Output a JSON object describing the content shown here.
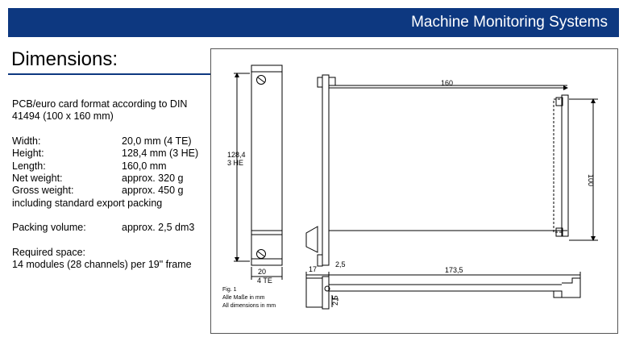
{
  "header": {
    "title": "Machine Monitoring Systems",
    "bar_color": "#0d3880"
  },
  "page": {
    "heading": "Dimensions:"
  },
  "specs": {
    "intro_line1": "PCB/euro card format according to DIN",
    "intro_line2": "41494 (100 x 160 mm)",
    "rows": [
      {
        "label": "Width:",
        "value": "20,0 mm (4 TE)"
      },
      {
        "label": "Height:",
        "value": "128,4 mm (3 HE)"
      },
      {
        "label": "Length:",
        "value": "160,0 mm"
      },
      {
        "label": "Net weight:",
        "value": "approx. 320 g"
      },
      {
        "label": "Gross weight:",
        "value": "approx. 450 g"
      }
    ],
    "export_note": "including standard export packing",
    "packing": {
      "label": "Packing volume:",
      "value": "approx. 2,5 dm3"
    },
    "space_label": "Required space:",
    "space_value": "14 modules (28 channels) per 19\" frame"
  },
  "figure": {
    "front_height_label": "128,4",
    "front_height_unit": "3 HE",
    "front_width_label": "20",
    "front_width_unit": "4 TE",
    "length_label": "160",
    "board_height_label": "100",
    "dim_17": "17",
    "dim_25a": "2,5",
    "dim_1735": "173,5",
    "dim_25b": "2,5",
    "caption_fig": "Fig. 1",
    "caption_de": "Alle Maße in mm",
    "caption_en": "All dimensions in mm"
  }
}
